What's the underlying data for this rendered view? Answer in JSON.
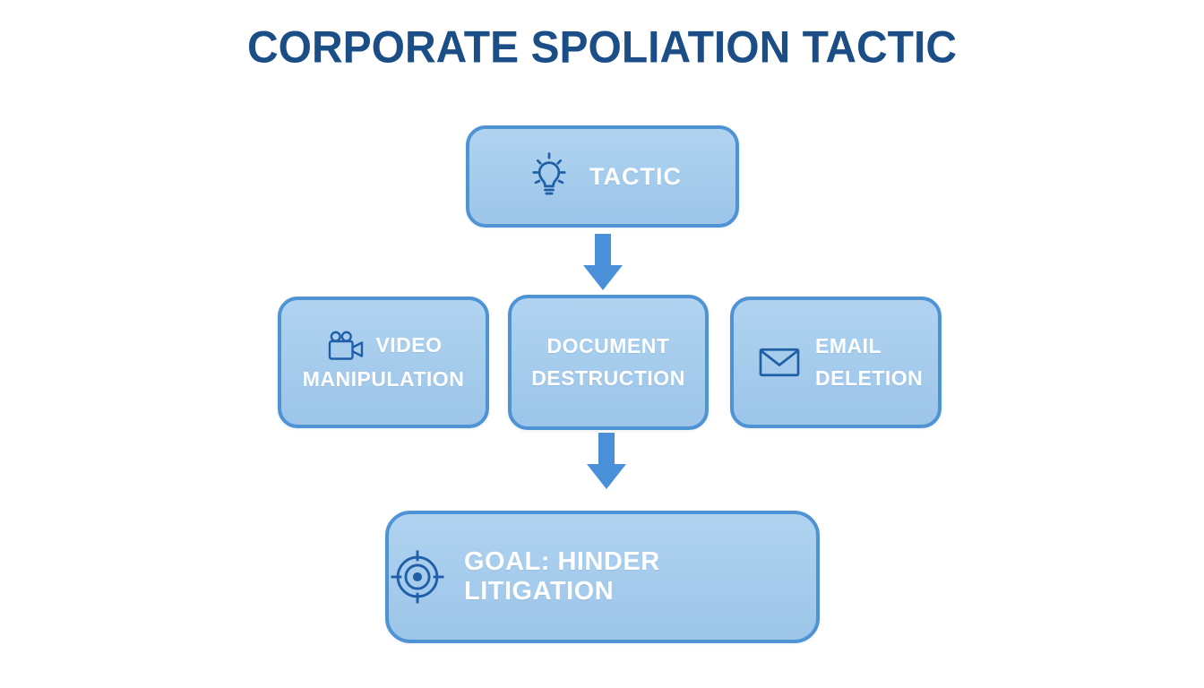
{
  "title": "CORPORATE SPOLIATION TACTIC",
  "nodes": {
    "tactic": {
      "label": "TACTIC",
      "icon": "lightbulb-icon"
    },
    "video": {
      "label": "VIDEO MANIPULATION",
      "icon": "video-camera-icon"
    },
    "document": {
      "label": "DOCUMENT DESTRUCTION",
      "icon": "none"
    },
    "email": {
      "label": "EMAIL DELETION",
      "icon": "envelope-icon"
    },
    "goal": {
      "label": "GOAL: HINDER LITIGATION",
      "icon": "target-icon"
    }
  },
  "email_label_lines": {
    "line1": "EMAIL",
    "line2": "DELETION"
  },
  "colors": {
    "title_text": "#1b4e86",
    "box_fill_top": "#b0d3f0",
    "box_fill_bottom": "#9cc5e9",
    "box_border": "#4e93d4",
    "box_text": "#ffffff",
    "arrow": "#4a90d9",
    "icon_stroke": "#1f5fa8",
    "background": "#ffffff"
  }
}
